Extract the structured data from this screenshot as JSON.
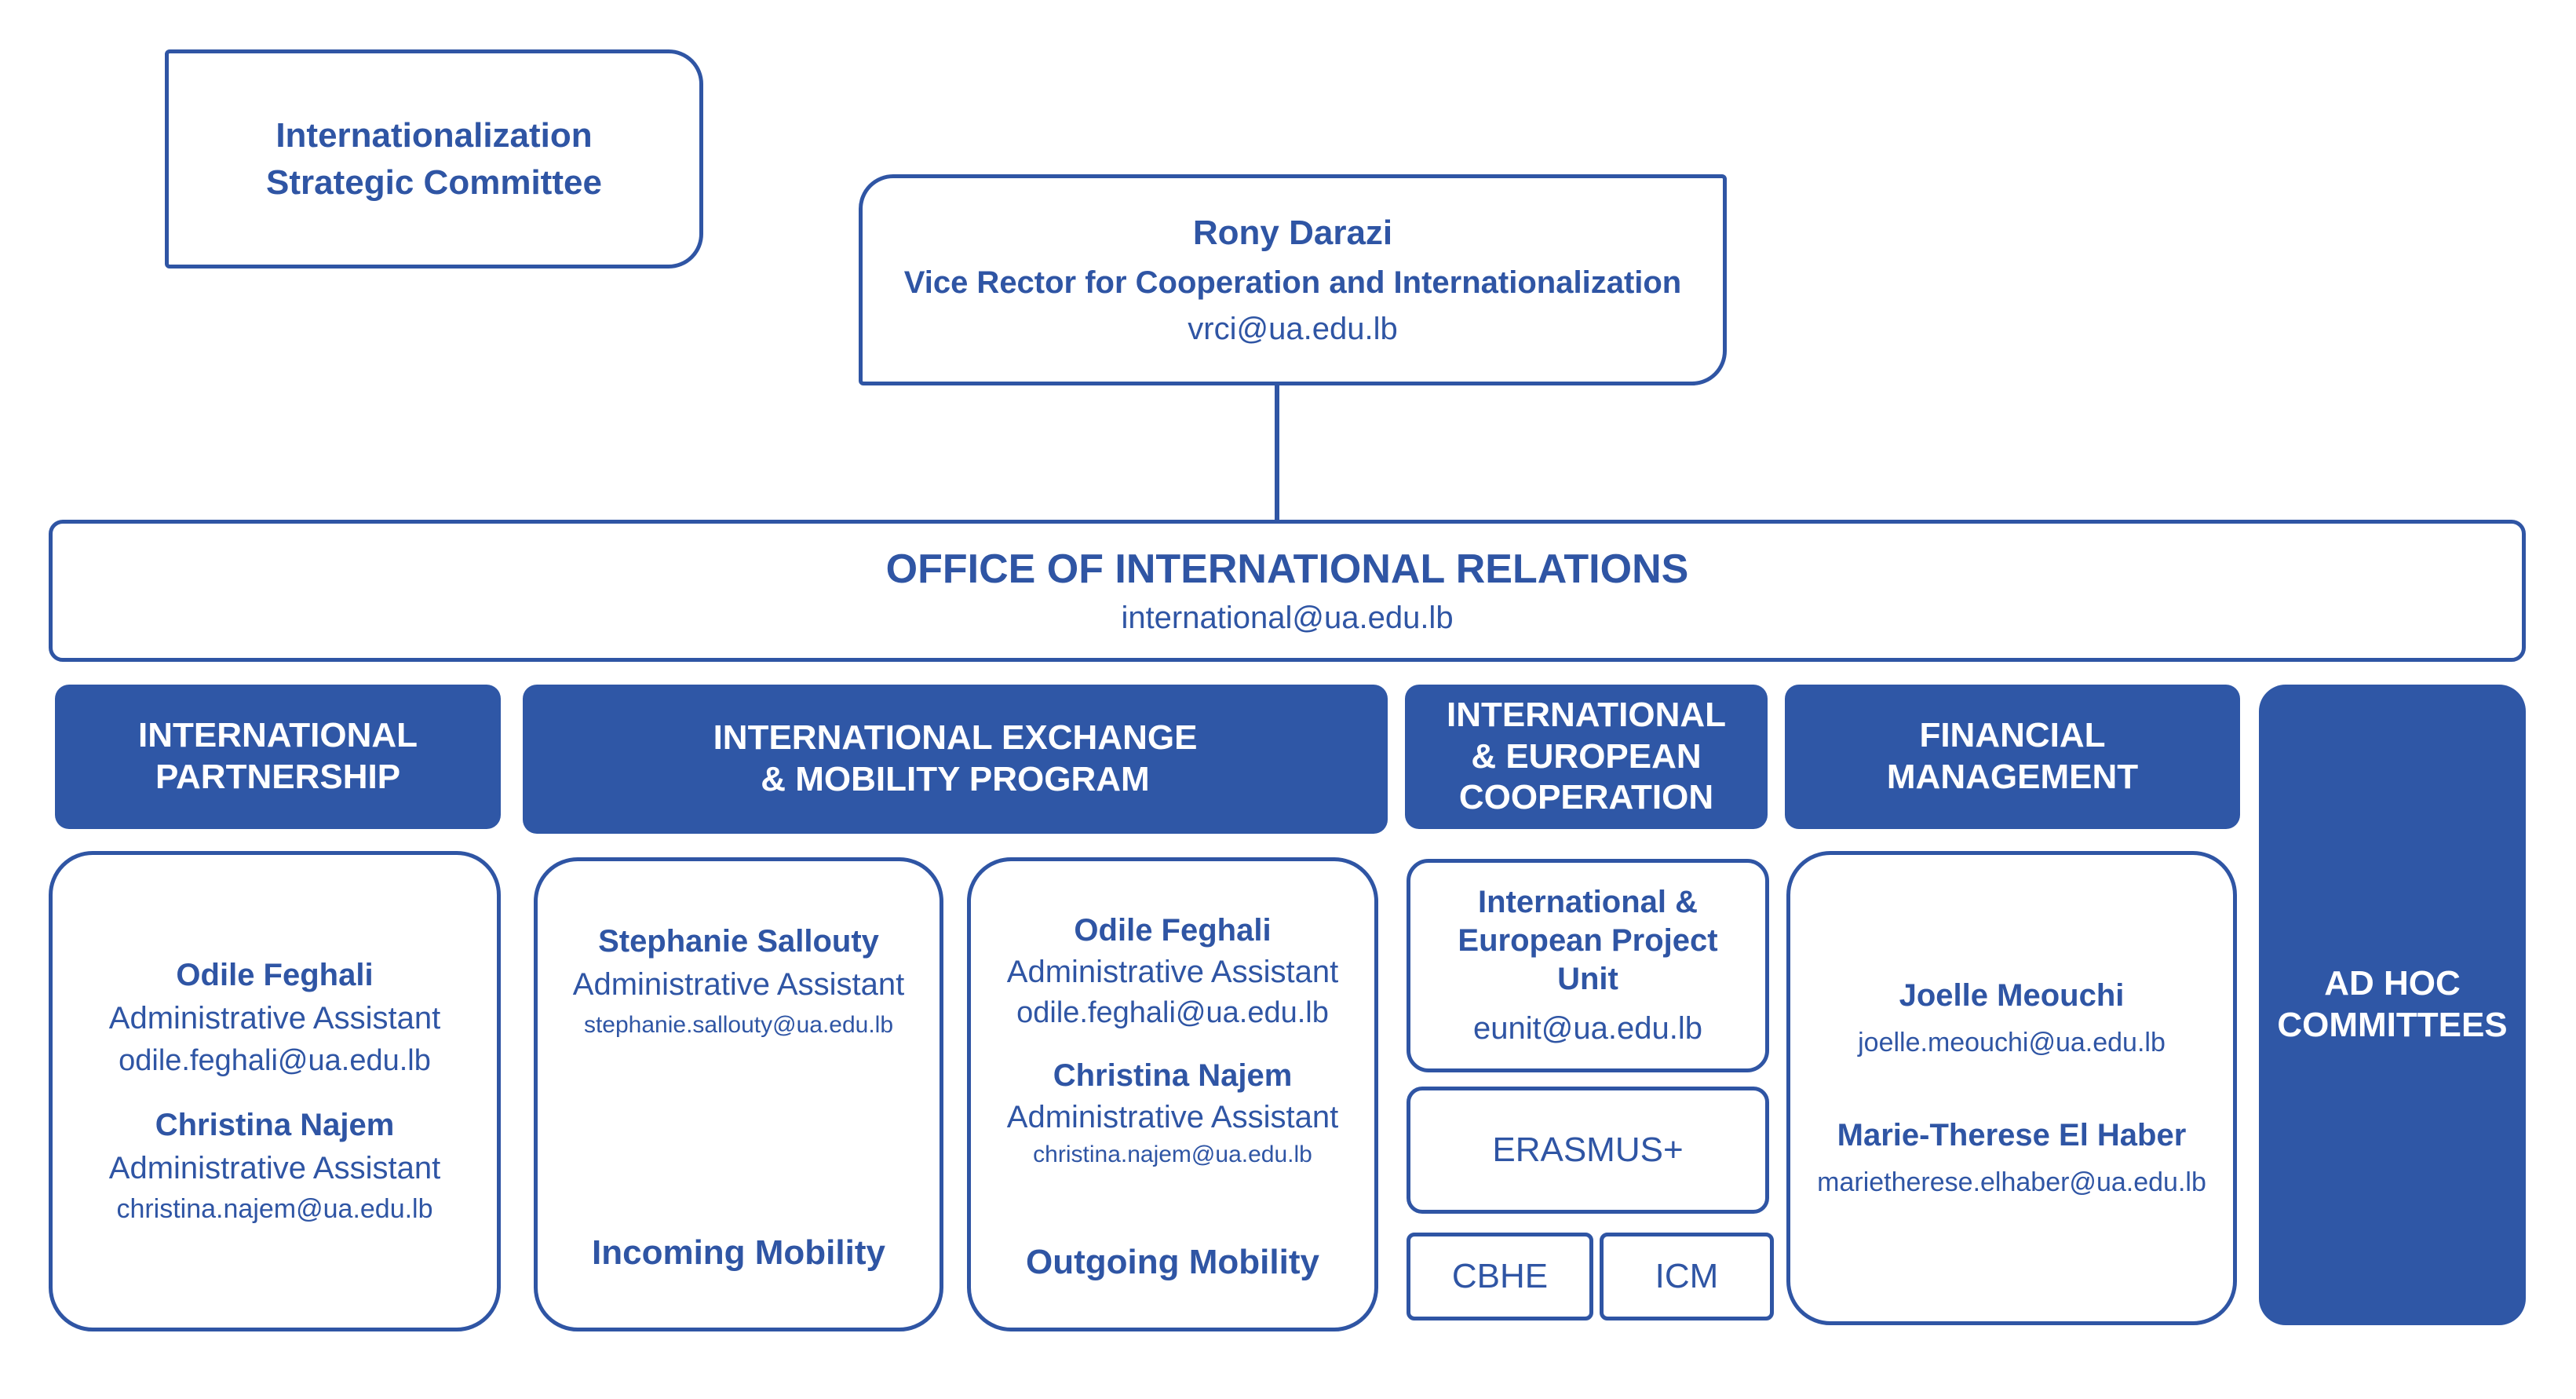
{
  "committee": {
    "line1": "Internationalization",
    "line2": "Strategic Committee"
  },
  "vice_rector": {
    "name": "Rony Darazi",
    "title": "Vice Rector for Cooperation and Internationalization",
    "email": "vrci@ua.edu.lb"
  },
  "office": {
    "title": "OFFICE OF INTERNATIONAL RELATIONS",
    "email": "international@ua.edu.lb"
  },
  "headers": {
    "partnership": [
      "INTERNATIONAL",
      "PARTNERSHIP"
    ],
    "exchange": [
      "INTERNATIONAL EXCHANGE",
      "& MOBILITY PROGRAM"
    ],
    "cooperation": [
      "INTERNATIONAL",
      "& EUROPEAN",
      "COOPERATION"
    ],
    "financial": [
      "FINANCIAL",
      "MANAGEMENT"
    ],
    "adhoc": [
      "AD HOC",
      "COMMITTEES"
    ]
  },
  "partnership_box": {
    "p1": {
      "name": "Odile Feghali",
      "role": "Administrative Assistant",
      "email": "odile.feghali@ua.edu.lb"
    },
    "p2": {
      "name": "Christina Najem",
      "role": "Administrative Assistant",
      "email": "christina.najem@ua.edu.lb"
    }
  },
  "incoming_box": {
    "p1": {
      "name": "Stephanie Sallouty",
      "role": "Administrative Assistant",
      "email": "stephanie.sallouty@ua.edu.lb"
    },
    "label": "Incoming Mobility"
  },
  "outgoing_box": {
    "p1": {
      "name": "Odile Feghali",
      "role": "Administrative Assistant",
      "email": "odile.feghali@ua.edu.lb"
    },
    "p2": {
      "name": "Christina Najem",
      "role": "Administrative Assistant",
      "email": "christina.najem@ua.edu.lb"
    },
    "label": "Outgoing Mobility"
  },
  "eunit_box": {
    "line1": "International &",
    "line2": "European Project",
    "line3": "Unit",
    "email": "eunit@ua.edu.lb"
  },
  "erasmus": "ERASMUS+",
  "cbhe": "CBHE",
  "icm": "ICM",
  "financial_box": {
    "p1": {
      "name": "Joelle Meouchi",
      "email": "joelle.meouchi@ua.edu.lb"
    },
    "p2": {
      "name": "Marie-Therese El Haber",
      "email": "marietherese.elhaber@ua.edu.lb"
    }
  }
}
